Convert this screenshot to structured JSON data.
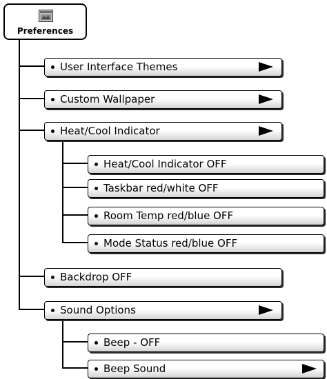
{
  "root": {
    "label": "Preferences",
    "icon": "settings-window-icon"
  },
  "items": [
    {
      "label": "User Interface Themes",
      "submenu": true
    },
    {
      "label": "Custom Wallpaper",
      "submenu": true
    },
    {
      "label": "Heat/Cool Indicator",
      "submenu": true,
      "children": [
        {
          "label": "Heat/Cool Indicator OFF"
        },
        {
          "label": "Taskbar red/white OFF"
        },
        {
          "label": "Room Temp red/blue OFF"
        },
        {
          "label": "Mode Status red/blue OFF"
        }
      ]
    },
    {
      "label": "Backdrop OFF",
      "submenu": false
    },
    {
      "label": "Sound Options",
      "submenu": true,
      "children": [
        {
          "label": "Beep - OFF",
          "submenu": false
        },
        {
          "label": "Beep Sound",
          "submenu": true
        }
      ]
    }
  ]
}
